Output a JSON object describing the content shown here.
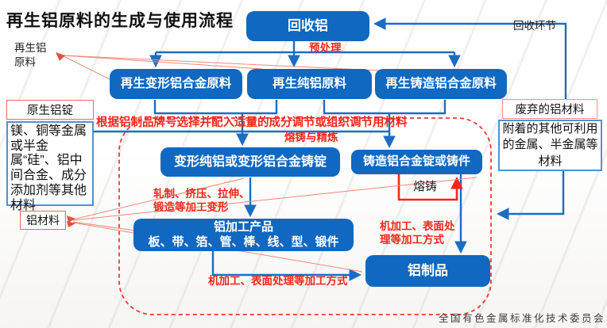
{
  "colors": {
    "node_blue": "#1068c0",
    "line_blue": "#1a6dc2",
    "red": "#f3261c",
    "salmon": "#f08878",
    "border_red": "#f2665e",
    "border_blue": "#4d92d8",
    "dash_red": "#f3392e"
  },
  "title": "再生铝原料的生成与使用流程",
  "side_labels": {
    "recycled_aluminum_raw": "再生铝\n原料",
    "recycle_stage": "回收环节",
    "melt_cast": "熔铸"
  },
  "process_nodes": {
    "recycled_al": "回收铝",
    "deformed_alloy_raw": "再生变形铝合金原料",
    "pure_al_raw": "再生纯铝原料",
    "cast_alloy_raw": "再生铸造铝合金原料",
    "deformed_ingot": "变形纯铝或变形铝合金铸锭",
    "cast_ingot": "铸造铝合金锭或铸件",
    "products_line1": "铝加工产品",
    "products_line2": "板、带、箔、管、棒、线、型、锻件",
    "al_product": "铝制品"
  },
  "material_boxes": {
    "primary_ingot": "原生铝锭",
    "additives": "镁、铜等金属或半金属“硅”、铝中间合金、成分添加剂等其他材料",
    "al_material": "铝材料",
    "discarded": "废弃的铝材料",
    "attached": "附着的其他可利用的金属、半金属等材料"
  },
  "edge_labels": {
    "pretreatment": "预处理",
    "select_mix": "根据铝制品牌号选择并配入适量的成分调节或组织调节用材料",
    "melt_refine": "熔铸与精炼",
    "rolling": "轧制、挤压、拉伸、\n锻造等加工变形",
    "machining_right": "机加工、表面处\n理等加工方式",
    "machining_bottom": "机加工、表面处理等加工方式"
  },
  "footer": "全国有色金属标准化技术委员会"
}
